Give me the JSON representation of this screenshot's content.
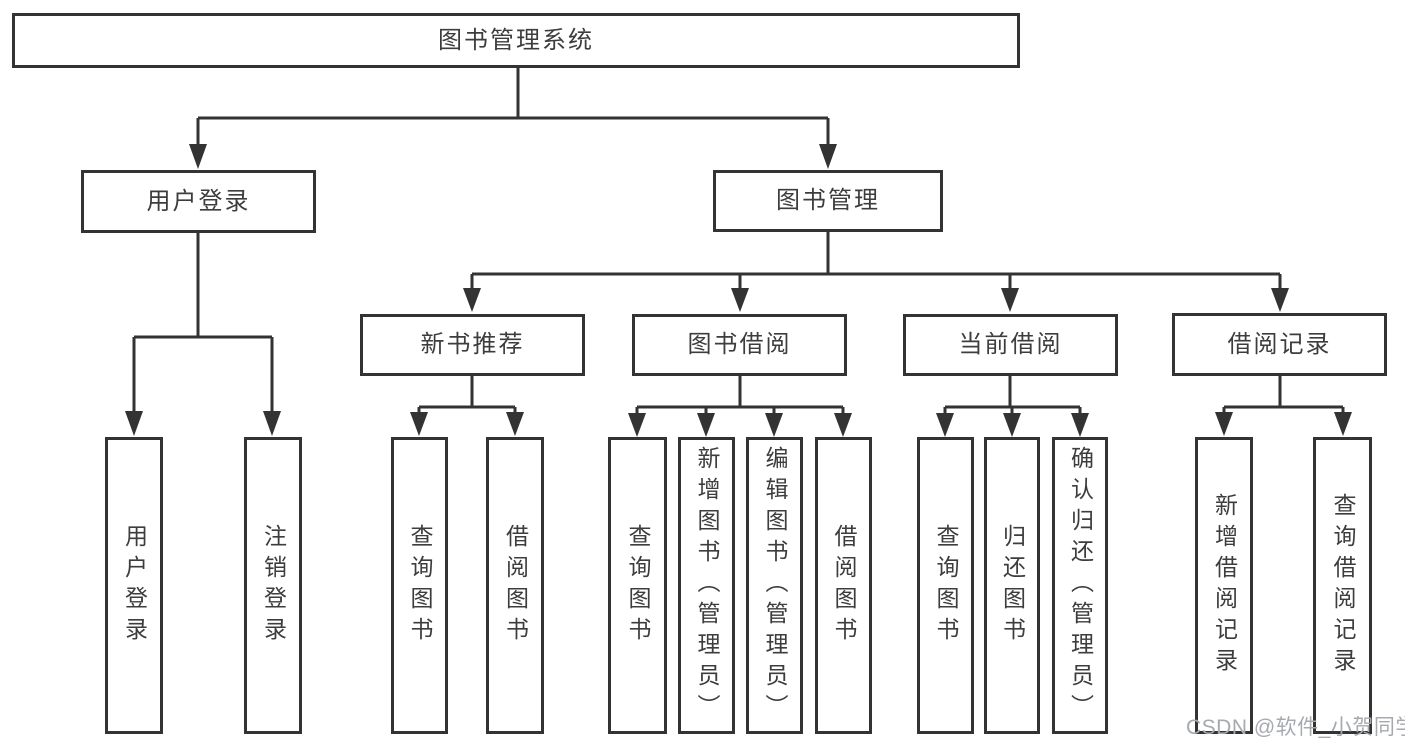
{
  "tree": {
    "root": {
      "label": "图书管理系统"
    },
    "branches": [
      {
        "label": "用户登录",
        "children": [
          {
            "label": "用户登录"
          },
          {
            "label": "注销登录"
          }
        ]
      },
      {
        "label": "图书管理",
        "children": [
          {
            "label": "新书推荐",
            "children": [
              {
                "label": "查询图书"
              },
              {
                "label": "借阅图书"
              }
            ]
          },
          {
            "label": "图书借阅",
            "children": [
              {
                "label": "查询图书"
              },
              {
                "label": "新增图书（管理员）"
              },
              {
                "label": "编辑图书（管理员）"
              },
              {
                "label": "借阅图书"
              }
            ]
          },
          {
            "label": "当前借阅",
            "children": [
              {
                "label": "查询图书"
              },
              {
                "label": "归还图书"
              },
              {
                "label": "确认归还（管理员）"
              }
            ]
          },
          {
            "label": "借阅记录",
            "children": [
              {
                "label": "新增借阅记录"
              },
              {
                "label": "查询借阅记录"
              }
            ]
          }
        ]
      }
    ]
  },
  "watermark": {
    "text": "CSDN @软件_小贺同学"
  },
  "colors": {
    "line": "#333333",
    "text": "#3d3d3d",
    "background": "#ffffff",
    "watermark": "#a6aab0"
  }
}
